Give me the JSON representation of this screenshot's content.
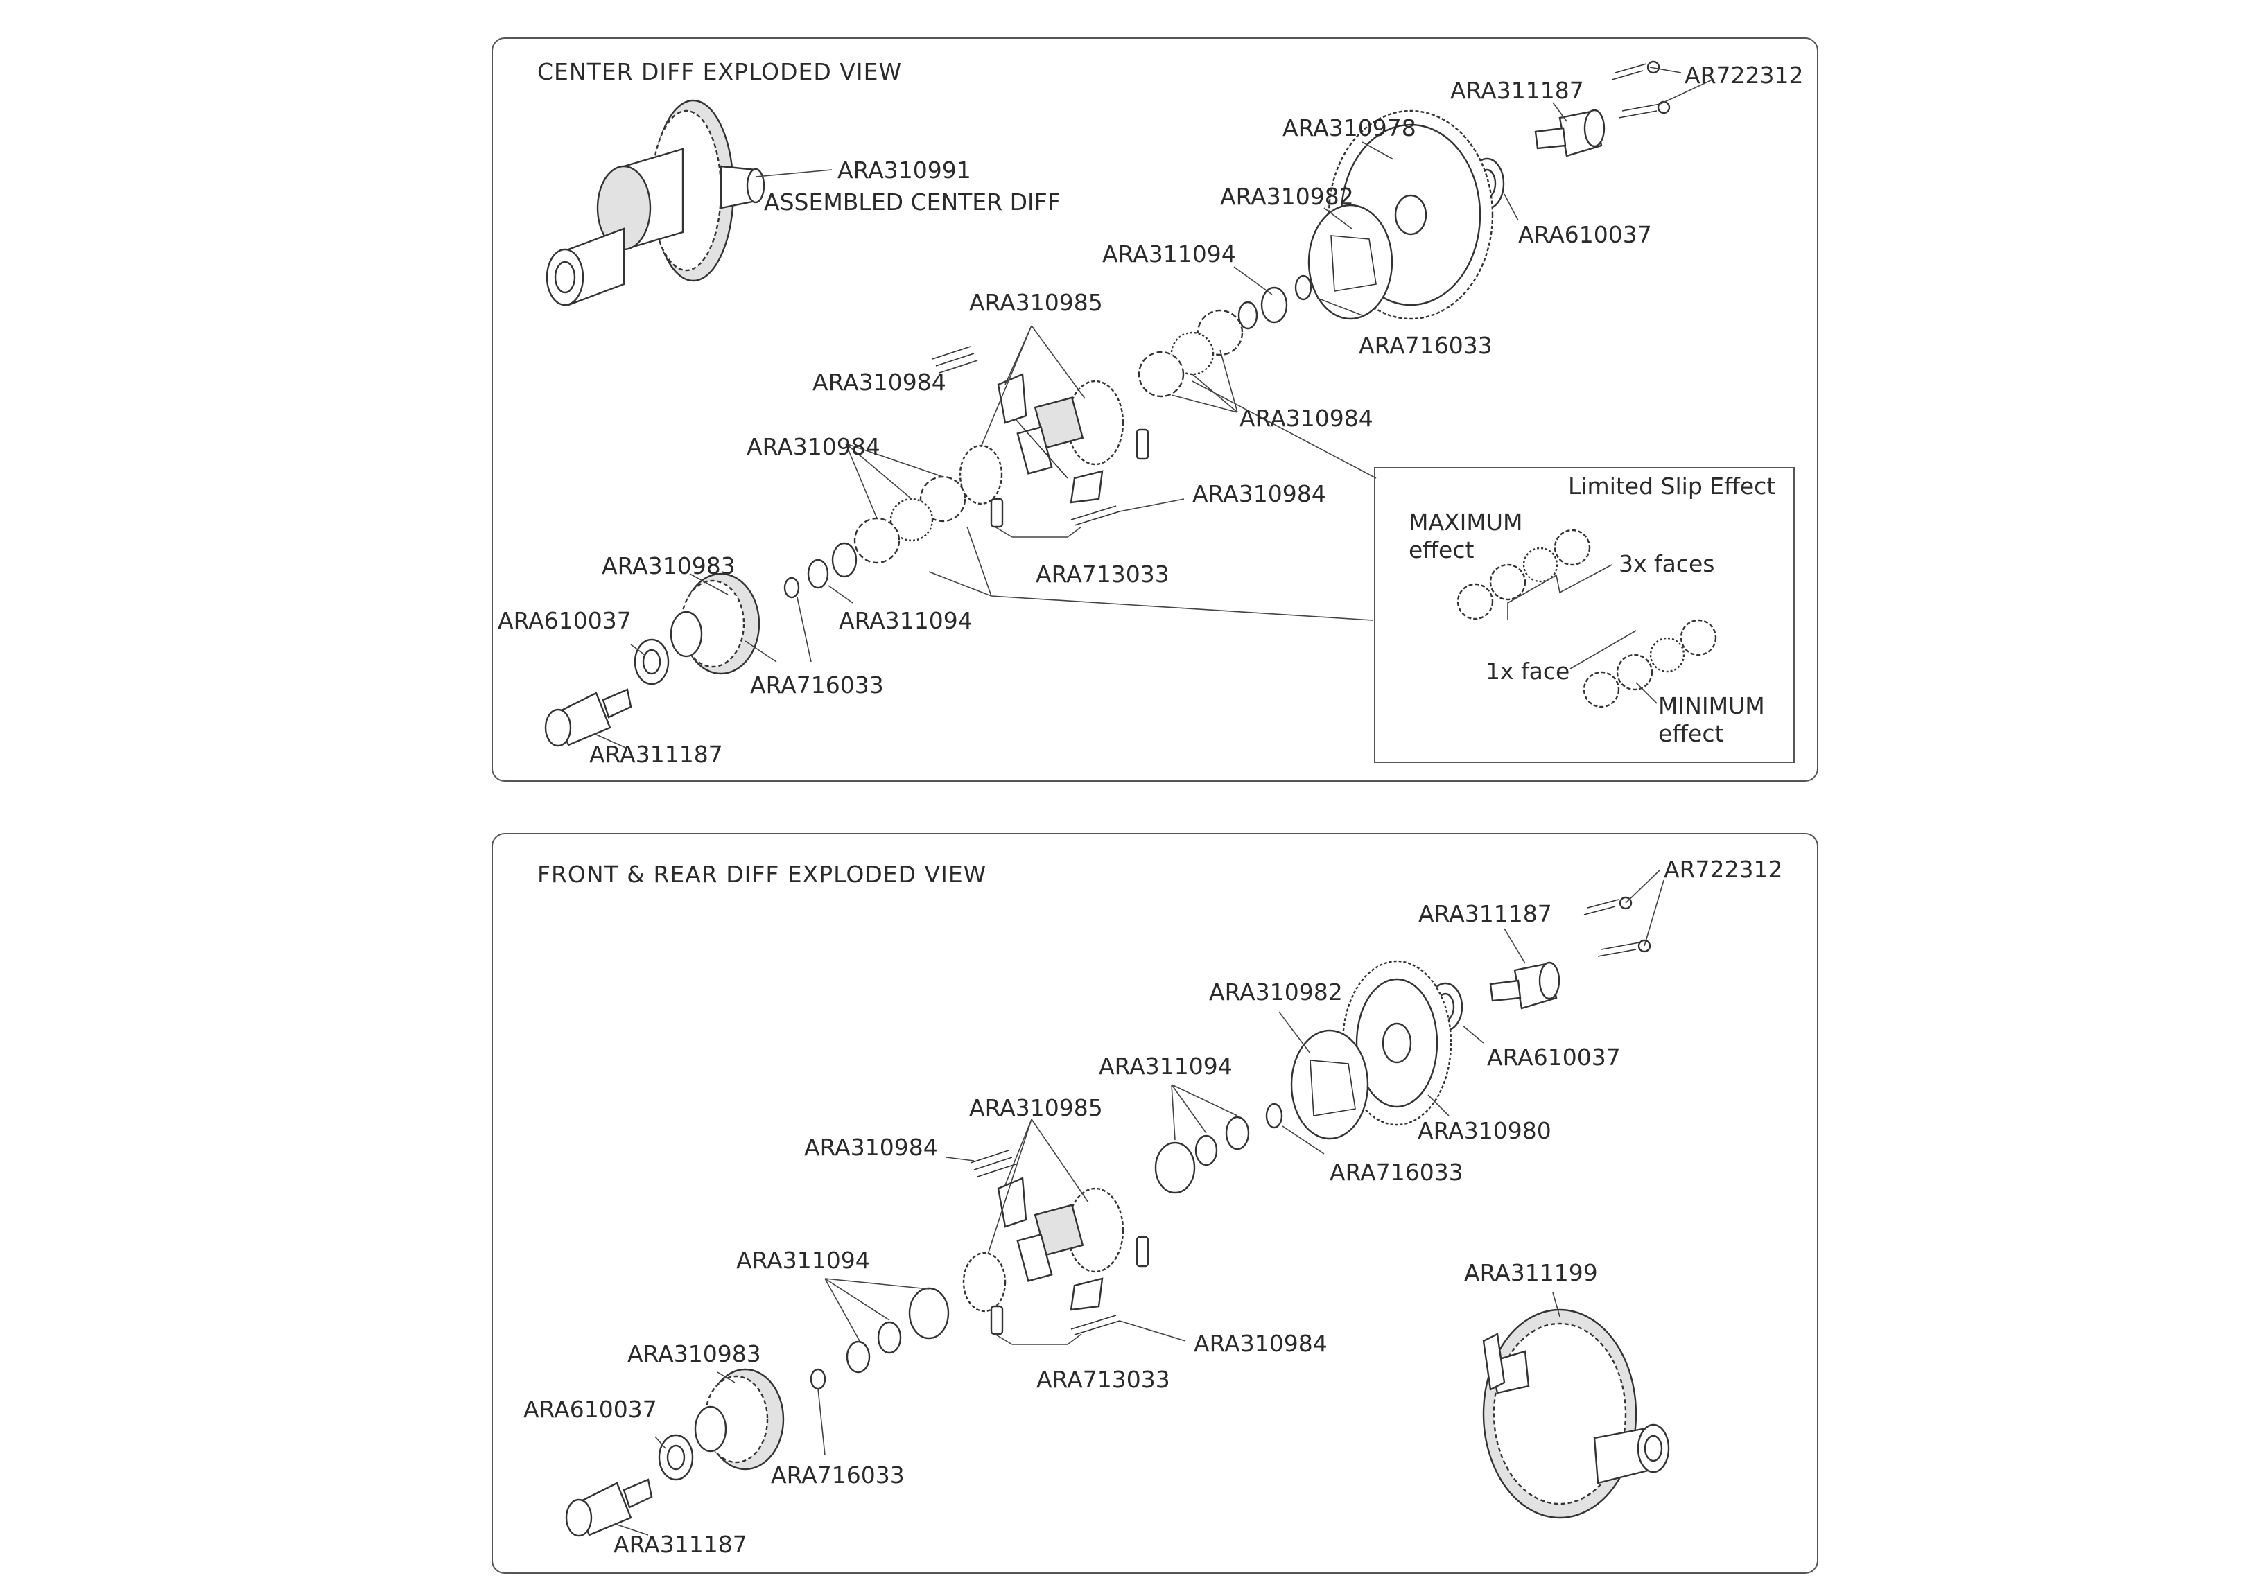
{
  "center_panel": {
    "title": "CENTER DIFF EXPLODED VIEW",
    "assembled_part": "ARA310991",
    "assembled_caption": "ASSEMBLED CENTER DIFF",
    "labels": {
      "ar722312": "AR722312",
      "ara311187_top": "ARA311187",
      "ara310978": "ARA310978",
      "ara310982": "ARA310982",
      "ara610037_top": "ARA610037",
      "ara311094_top": "ARA311094",
      "ara310985": "ARA310985",
      "ara716033_top": "ARA716033",
      "ara310984_small": "ARA310984",
      "ara310984_stack_right": "ARA310984",
      "ara310984_stack_left": "ARA310984",
      "ara310984_pin": "ARA310984",
      "ara713033": "ARA713033",
      "ara310983": "ARA310983",
      "ara610037_bottom": "ARA610037",
      "ara311094_bottom": "ARA311094",
      "ara716033_bottom": "ARA716033",
      "ara311187_bottom": "ARA311187"
    },
    "inset": {
      "title": "Limited Slip Effect",
      "maximum_line1": "MAXIMUM",
      "maximum_line2": "effect",
      "faces3": "3x faces",
      "faces1": "1x face",
      "minimum_line1": "MINIMUM",
      "minimum_line2": "effect"
    }
  },
  "front_rear_panel": {
    "title": "FRONT & REAR DIFF EXPLODED VIEW",
    "labels": {
      "ar722312": "AR722312",
      "ara311187_top": "ARA311187",
      "ara310982": "ARA310982",
      "ara610037_top": "ARA610037",
      "ara311094_top": "ARA311094",
      "ara310985": "ARA310985",
      "ara310980": "ARA310980",
      "ara716033_top": "ARA716033",
      "ara310984_small": "ARA310984",
      "ara311199": "ARA311199",
      "ara311094_bottom": "ARA311094",
      "ara310984_pin": "ARA310984",
      "ara310983": "ARA310983",
      "ara713033": "ARA713033",
      "ara610037_bottom": "ARA610037",
      "ara716033_bottom": "ARA716033",
      "ara311187_bottom": "ARA311187"
    }
  }
}
